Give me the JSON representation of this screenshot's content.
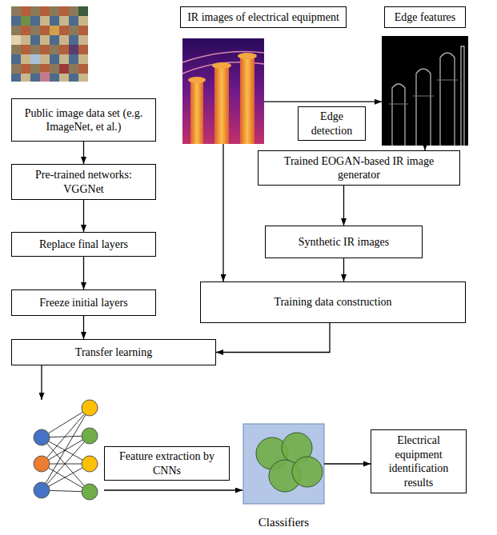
{
  "diagram": {
    "nodes": [
      {
        "text": [
          "IR images of electrical equipment"
        ]
      },
      {
        "text": [
          "Edge features"
        ]
      },
      {
        "text": [
          "Public image data set (e.g. ImageNet, et al.)"
        ]
      },
      {
        "text": [
          "Edge detection"
        ]
      },
      {
        "text": [
          "Trained EOGAN-based IR image generator"
        ]
      },
      {
        "text": [
          "Pre-trained networks: VGGNet"
        ]
      },
      {
        "text": [
          "Synthetic IR images"
        ]
      },
      {
        "text": [
          "Replace final layers"
        ]
      },
      {
        "text": [
          "Training data construction"
        ]
      },
      {
        "text": [
          "Freeze initial layers"
        ]
      },
      {
        "text": [
          "Transfer learning"
        ]
      },
      {
        "text": [
          "Feature extraction by CNNs"
        ]
      },
      {
        "text": [
          "Electrical equipment identification results"
        ]
      },
      {
        "text": [
          "Classifiers"
        ]
      }
    ],
    "edges": [
      {
        "from": 0,
        "to": 1,
        "arrow": "to"
      },
      {
        "from": 1,
        "to": 4,
        "arrow": "to"
      },
      {
        "from": 4,
        "to": 6,
        "arrow": "to"
      },
      {
        "from": 0,
        "to": 8,
        "arrow": "to"
      },
      {
        "from": 6,
        "to": 8,
        "arrow": "to"
      },
      {
        "from": 2,
        "to": 5,
        "arrow": "to"
      },
      {
        "from": 5,
        "to": 7,
        "arrow": "to"
      },
      {
        "from": 7,
        "to": 9,
        "arrow": "to"
      },
      {
        "from": 9,
        "to": 10,
        "arrow": "to"
      },
      {
        "from": 8,
        "to": 10,
        "arrow": "to"
      },
      {
        "from": 13,
        "to": 12,
        "arrow": "to"
      }
    ]
  }
}
